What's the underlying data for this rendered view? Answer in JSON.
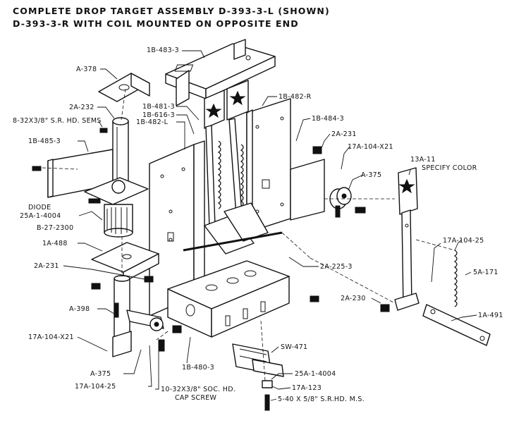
{
  "title": {
    "line1": "COMPLETE DROP TARGET ASSEMBLY D-393-3-L (SHOWN)",
    "line2": "D-393-3-R WITH COIL MOUNTED ON OPPOSITE END"
  },
  "labels": {
    "l_1b483_3": "1B-483-3",
    "l_a378": "A-378",
    "l_2a232": "2A-232",
    "l_screw_sems": "8-32X3/8\" S.R. HD. SEMS",
    "l_1b485_3": "1B-485-3",
    "l_1b481_3": "1B-481-3",
    "l_1b616_3": "1B-616-3",
    "l_1b482_l": "1B-482-L",
    "l_1b482_r": "1B-482-R",
    "l_1b484_3": "1B-484-3",
    "l_2a231_top": "2A-231",
    "l_17a104x21_top": "17A-104-X21",
    "l_a375_right": "A-375",
    "l_13a11": "13A-11",
    "l_specify": "SPECIFY COLOR",
    "l_diode": "DIODE",
    "l_diode_pn": "25A-1-4004",
    "l_b27": "B-27-2300",
    "l_1a488": "1A-488",
    "l_2a231_left": "2A-231",
    "l_17a104_25_right": "17A-104-25",
    "l_5a171": "5A-171",
    "l_2a225": "2A-225-3",
    "l_2a230": "2A-230",
    "l_1a491": "1A-491",
    "l_a398": "A-398",
    "l_17a104x21_left": "17A-104-X21",
    "l_sw471": "SW-471",
    "l_25a_bottom": "25A-1-4004",
    "l_17a123": "17A-123",
    "l_machine_screw": "5-40 X 5/8\" S.R.HD. M.S.",
    "l_a375_bottom": "A-375",
    "l_17a104_25_bottom": "17A-104-25",
    "l_1b480": "1B-480-3",
    "l_cap1": "10-32X3/8\" SOC. HD.",
    "l_cap2": "CAP SCREW"
  },
  "icons": [
    "star-icon",
    "screw-icon",
    "spring-icon",
    "coil-icon"
  ]
}
